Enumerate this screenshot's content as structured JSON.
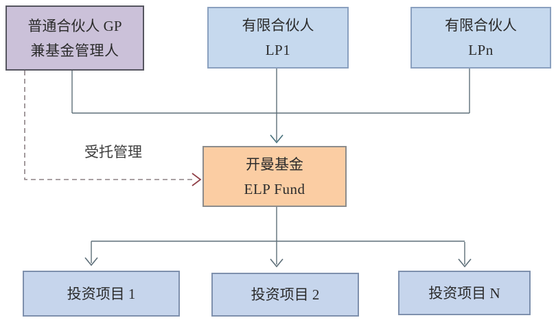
{
  "diagram": {
    "nodes": {
      "gp": {
        "line1": "普通合伙人 GP",
        "line2": "兼基金管理人"
      },
      "lp1": {
        "line1": "有限合伙人",
        "line2": "LP1"
      },
      "lpn": {
        "line1": "有限合伙人",
        "line2": "LPn"
      },
      "fund": {
        "line1": "开曼基金",
        "line2": "ELP Fund"
      },
      "project1": {
        "label": "投资项目 1"
      },
      "project2": {
        "label": "投资项目 2"
      },
      "projectN": {
        "label": "投资项目 N"
      }
    },
    "edge_labels": {
      "trust_management": "受托管理"
    },
    "colors": {
      "canvas_bg": "#ffffff",
      "gp_fill": "#cbc1d9",
      "gp_border": "#55555f",
      "lp_fill": "#c6d9ee",
      "lp_border": "#8aa0bf",
      "fund_fill": "#fbcda3",
      "fund_border": "#8c8c8c",
      "project_fill": "#c6d5ec",
      "project_border": "#7e90ad",
      "connector": "#5d6e78",
      "arrow_teal": "#46707b",
      "dashed": "#8b8083",
      "dashed_arrow": "#8f3f47"
    }
  }
}
